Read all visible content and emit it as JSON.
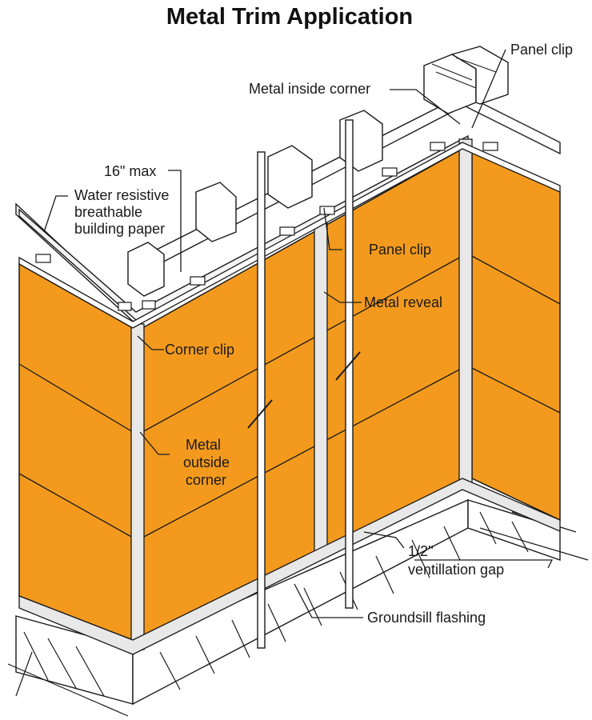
{
  "title": "Metal Trim Application",
  "labels": {
    "panel_clip_top": "Panel clip",
    "metal_inside_corner": "Metal inside corner",
    "max_spacing": "16\" max",
    "water_resistive_1": "Water resistive",
    "water_resistive_2": "breathable",
    "water_resistive_3": "building paper",
    "panel_clip_mid": "Panel clip",
    "metal_reveal": "Metal reveal",
    "corner_clip": "Corner clip",
    "metal_outside_corner_1": "Metal",
    "metal_outside_corner_2": "outside",
    "metal_outside_corner_3": "corner",
    "gap_1": "1/2''",
    "gap_2": "ventillation gap",
    "groundsill_flashing": "Groundsill flashing"
  },
  "colors": {
    "panel": "#F39A1E",
    "line": "#1a1a1a",
    "trim": "#e8e8e8",
    "paper": "#f4f4f4",
    "white": "#ffffff"
  }
}
